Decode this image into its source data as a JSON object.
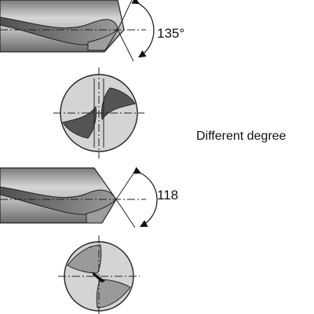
{
  "top_drill": {
    "angle_label": "135°"
  },
  "bottom_drill": {
    "angle_label": "118"
  },
  "caption": "Different degree",
  "colors": {
    "body_light": "#c9c9c9",
    "body_mid": "#a8a8a8",
    "body_dark": "#6f6f6f",
    "flute_dark": "#5a5a5a",
    "face_light": "#d4d4d4",
    "outline": "#222222"
  }
}
